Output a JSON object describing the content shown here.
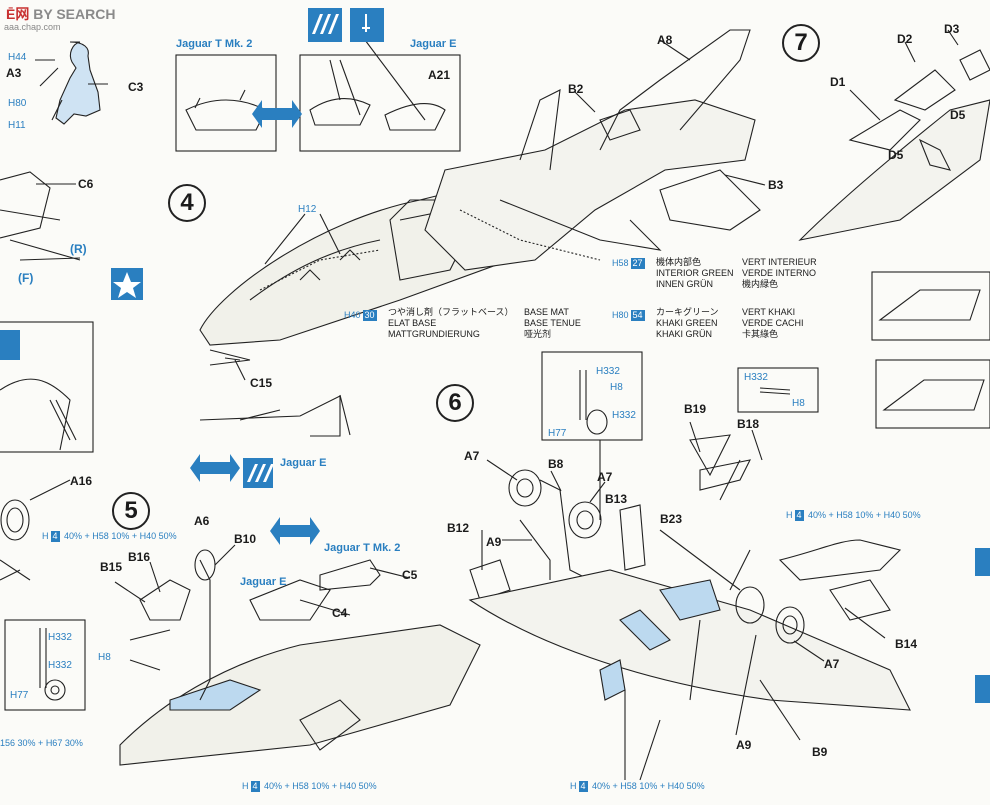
{
  "header": {
    "brand_a": "Ē",
    "brand_b": "网",
    "brand_c": "BY SEARCH",
    "brand_url": "aaa.chap.com"
  },
  "steps": [
    "4",
    "5",
    "6",
    "7"
  ],
  "panels": {
    "jaguar_t": "Jaguar T Mk. 2",
    "jaguar_e": "Jaguar E",
    "jaguar_e_step4": "Jaguar E",
    "jaguar_e_step5": "Jaguar E",
    "jaguar_t_step5": "Jaguar T Mk. 2"
  },
  "parts": {
    "A3": "A3",
    "C3": "C3",
    "C6": "C6",
    "R": "(R)",
    "F": "(F)",
    "A16": "A16",
    "A8": "A8",
    "B2": "B2",
    "B3": "B3",
    "A21": "A21",
    "H12": "H12",
    "C15": "C15",
    "D1": "D1",
    "D2": "D2",
    "D3": "D3",
    "D5a": "D5",
    "D5b": "D5",
    "A6": "A6",
    "B10": "B10",
    "B15": "B15",
    "B16": "B16",
    "H8_5": "H8",
    "H332_5a": "H332",
    "H332_5b": "H332",
    "H77_5": "H77",
    "C4": "C4",
    "C5": "C5",
    "B19": "B19",
    "B18": "B18",
    "A7a": "A7",
    "A7b": "A7",
    "A7c": "A7",
    "B8": "B8",
    "B13": "B13",
    "B12": "B12",
    "A9a": "A9",
    "A9b": "A9",
    "B23": "B23",
    "B14": "B14",
    "B9": "B9",
    "H332_6a": "H332",
    "H8_6a": "H8",
    "H332_6b": "H332",
    "H77_6": "H77",
    "H332_6c": "H332",
    "H8_6c": "H8",
    "H44": "H44",
    "H80": "H80",
    "H11": "H11"
  },
  "colors": {
    "c1_code": "H58",
    "c1_num": "27",
    "c1_lines": [
      "機体内部色",
      "INTERIOR GREEN",
      "INNEN GRÜN"
    ],
    "c1_lines2": [
      "VERT INTERIEUR",
      "VERDE INTERNO",
      "機内緑色"
    ],
    "c2_code": "H40",
    "c2_num": "30",
    "c2_lines": [
      "つや消し剤（フラットベース）",
      "ELAT BASE",
      "MATTGRUNDIERUNG"
    ],
    "c2_lines2": [
      "BASE MAT",
      "BASE TENUE",
      "哑光剂"
    ],
    "c3_code": "H80",
    "c3_num": "54",
    "c3_lines": [
      "カーキグリーン",
      "KHAKI GREEN",
      "KHAKI GRÜN"
    ],
    "c3_lines2": [
      "VERT KHAKI",
      "VERDE CACHI",
      "卡其綠色"
    ]
  },
  "mixes": {
    "m1": [
      "H",
      "4",
      " 40% + ",
      "H58",
      " 10% + ",
      "H40",
      " 50%"
    ],
    "m2": [
      "H",
      "4",
      " 40% + ",
      "H58",
      " 10% + ",
      "H40",
      " 50%"
    ],
    "m3": [
      "H",
      "4",
      " 40% + ",
      "H58",
      " 10% + ",
      "H40",
      " 50%"
    ],
    "m4": [
      "H",
      "4",
      " 40% + ",
      "H58",
      " 10% + ",
      "H40",
      " 50%"
    ],
    "m5": [
      "156",
      " 30% + ",
      "H67",
      " 30%"
    ]
  },
  "accent": "#2a7fc0"
}
